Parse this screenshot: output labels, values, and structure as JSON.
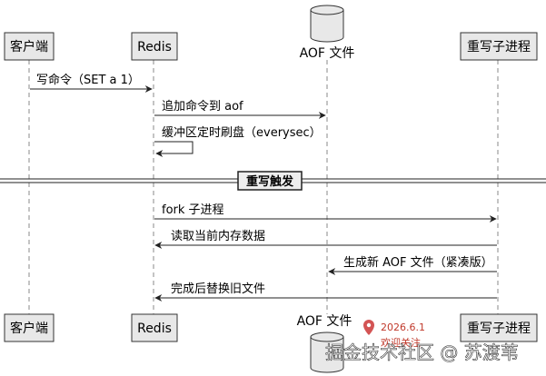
{
  "participants": {
    "client": "客户端",
    "redis": "Redis",
    "aof": "AOF 文件",
    "rewrite": "重写子进程"
  },
  "messages": {
    "m1": "写命令（SET a 1）",
    "m2": "追加命令到 aof",
    "m3": "缓冲区定时刷盘（everysec）",
    "m4": "fork 子进程",
    "m5": "读取当前内存数据",
    "m6": "生成新 AOF 文件（紧凑版）",
    "m7": "完成后替换旧文件"
  },
  "divider": "重写触发",
  "overlay": {
    "date": "2026.6.1",
    "follow": "欢迎关注",
    "watermark": "掘金技术社区 @ 苏渡苇"
  }
}
